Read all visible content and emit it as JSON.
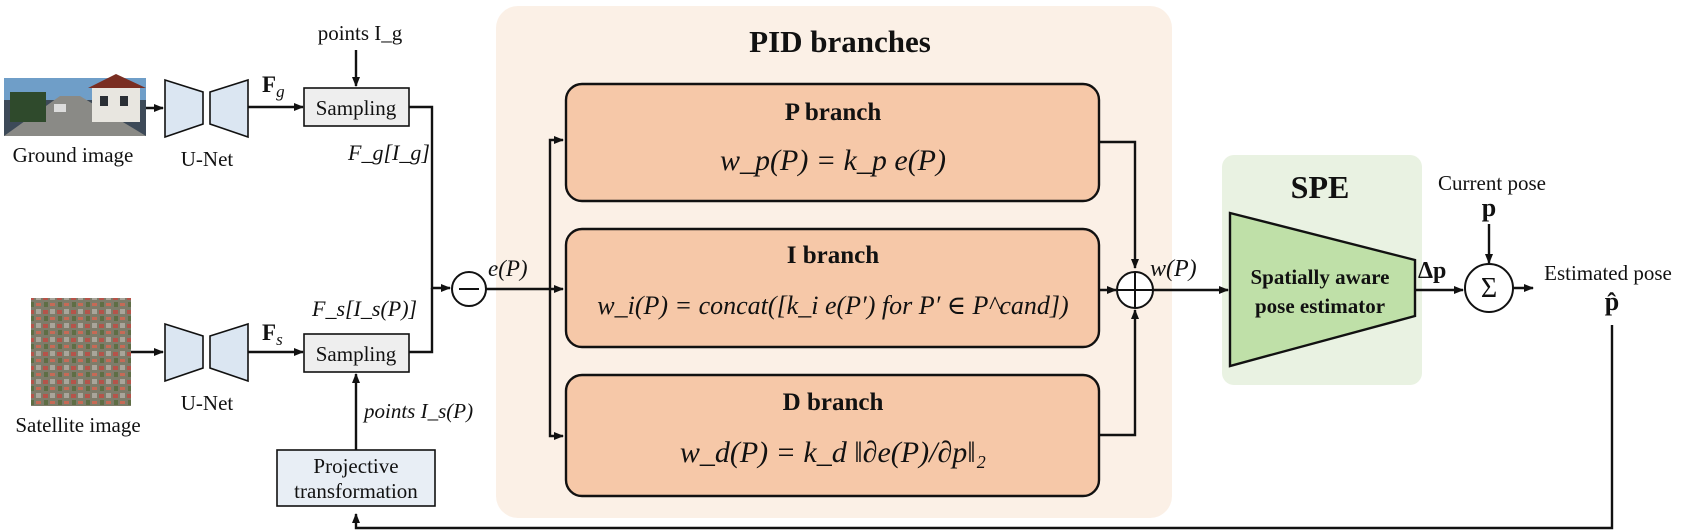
{
  "colors": {
    "pid_panel": "#fbf0e6",
    "branch_fill": "#f6c8a8",
    "spe_panel": "#e9f2e2",
    "spe_fill": "#bfe0a8",
    "unet_fill": "#dbe6f2",
    "sampling_fill": "#eeeeee",
    "projective_fill": "#e8eef5",
    "line": "#111111"
  },
  "inputs": {
    "ground_label": "Ground image",
    "satellite_label": "Satellite image",
    "unet_label": "U-Net"
  },
  "features": {
    "ground_feature": "F",
    "ground_sub": "g",
    "sat_feature": "F",
    "sat_sub": "s",
    "ground_sampled": "F_g[I_g]",
    "sat_sampled": "F_s[I_s(P)]"
  },
  "sampling": {
    "label": "Sampling"
  },
  "points": {
    "ground": "points I_g",
    "satellite": "points I_s(P)"
  },
  "projective": {
    "line1": "Projective",
    "line2": "transformation"
  },
  "error_label": "e(P)",
  "pid": {
    "title": "PID branches",
    "p_branch": {
      "title": "P branch",
      "formula": "w_p(P) = k_p e(P)"
    },
    "i_branch": {
      "title": "I branch",
      "formula": "w_i(P) = concat([k_i e(P′) for P′ ∈ P^cand])"
    },
    "d_branch": {
      "title": "D branch",
      "formula": "w_d(P) = k_d ‖∂e(P)/∂p‖₂"
    }
  },
  "sum_label": "w(P)",
  "spe": {
    "title": "SPE",
    "line1": "Spatially aware",
    "line2": "pose estimator"
  },
  "delta_label": "Δp",
  "current_pose": {
    "label": "Current pose",
    "symbol": "p"
  },
  "estimated_pose": {
    "label": "Estimated pose",
    "symbol": "p̂"
  },
  "sigma": "Σ"
}
